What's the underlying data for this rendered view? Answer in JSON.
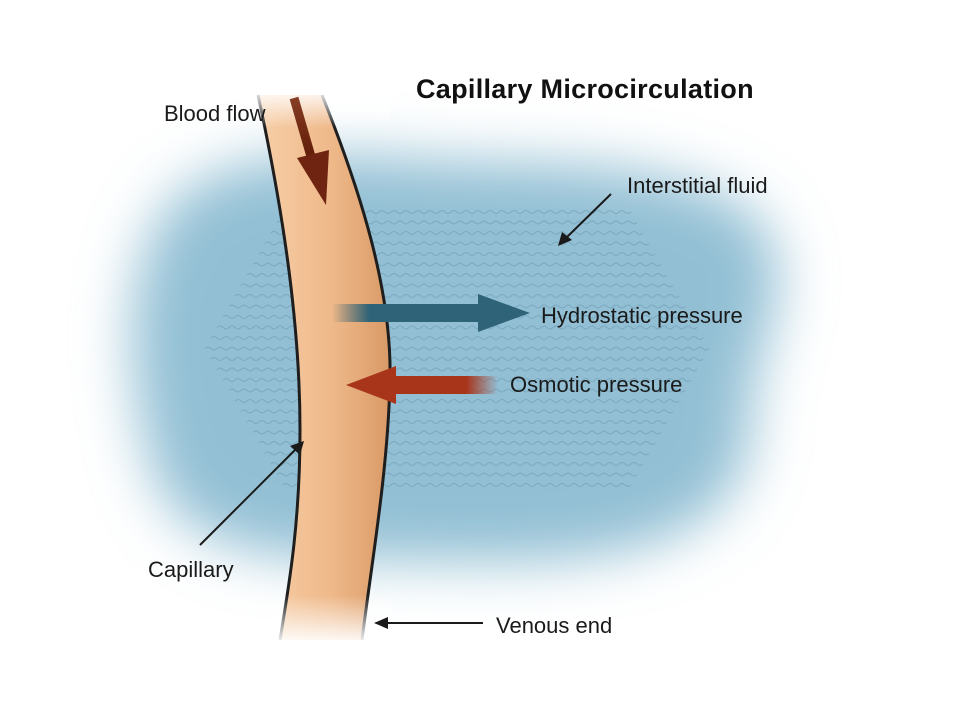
{
  "title": "Capillary Microcirculation",
  "labels": {
    "blood_flow": "Blood flow",
    "interstitial_fluid": "Interstitial fluid",
    "hydrostatic_pressure": "Hydrostatic pressure",
    "osmotic_pressure": "Osmotic pressure",
    "capillary": "Capillary",
    "venous_end": "Venous end"
  },
  "colors": {
    "fluid": "#7fb4cc",
    "capillary_fill": "#efb98a",
    "capillary_edge": "#1e1e1e",
    "blood_flow_arrow": "#7a2a12",
    "hydrostatic_arrow": "#2e6378",
    "osmotic_arrow": "#a8341a",
    "wave_lines": "#5f8fa6"
  }
}
